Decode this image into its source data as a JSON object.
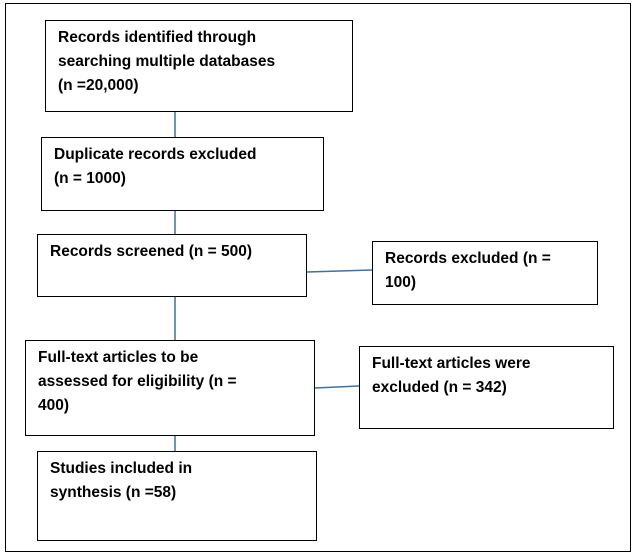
{
  "diagram": {
    "boxes": [
      {
        "id": "identified",
        "text": "Records identified through\nsearching multiple databases\n(n =20,000)"
      },
      {
        "id": "duplicates",
        "text": "Duplicate records excluded\n(n = 1000)"
      },
      {
        "id": "screened",
        "text": "Records screened (n = 500)"
      },
      {
        "id": "records_excluded",
        "text": "Records excluded (n =\n100)"
      },
      {
        "id": "fulltext_assessed",
        "text": "Full-text articles to be\nassessed for eligibility (n =\n400)"
      },
      {
        "id": "fulltext_excluded",
        "text": "Full-text articles were\nexcluded (n = 342)"
      },
      {
        "id": "included",
        "text": "Studies included in\nsynthesis (n =58)"
      }
    ],
    "connector_color": "#41719c"
  }
}
